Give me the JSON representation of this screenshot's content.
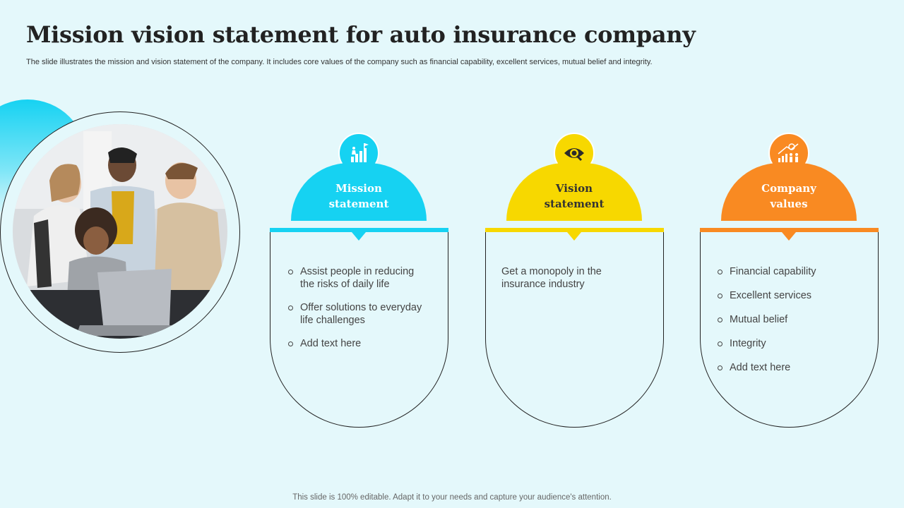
{
  "slide": {
    "title": "Mission vision statement for auto insurance company",
    "subtitle": "The slide illustrates the mission and vision statement of the company. It includes core values of the company such as financial capability, excellent services, mutual belief and integrity.",
    "footer": "This slide is 100% editable. Adapt it to your needs and capture your audience's attention."
  },
  "photo": {
    "description_icon": "team-photo"
  },
  "cards": [
    {
      "heading": "Mission statement",
      "icon": "growth-stairs-flag-icon",
      "color": "#16d2f2",
      "items": [
        "Assist people in reducing the risks of daily life",
        "Offer solutions to everyday life challenges",
        "Add text here"
      ]
    },
    {
      "heading": "Vision statement",
      "icon": "eye-icon",
      "color": "#f7d800",
      "text": "Get a monopoly in the insurance industry"
    },
    {
      "heading": "Company values",
      "icon": "people-growth-chart-icon",
      "color": "#f98a22",
      "items": [
        "Financial capability",
        "Excellent services",
        "Mutual belief",
        "Integrity",
        "Add text here"
      ]
    }
  ]
}
